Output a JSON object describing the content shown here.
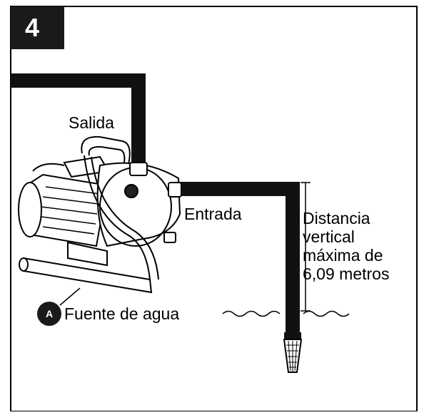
{
  "step_number": "4",
  "marker_letter": "A",
  "labels": {
    "outlet": "Salida",
    "inlet": "Entrada",
    "water_source": "Fuente de agua",
    "distance_line1": "Distancia",
    "distance_line2": "vertical",
    "distance_line3": "máxima de",
    "distance_line4": "6,09 metros"
  }
}
